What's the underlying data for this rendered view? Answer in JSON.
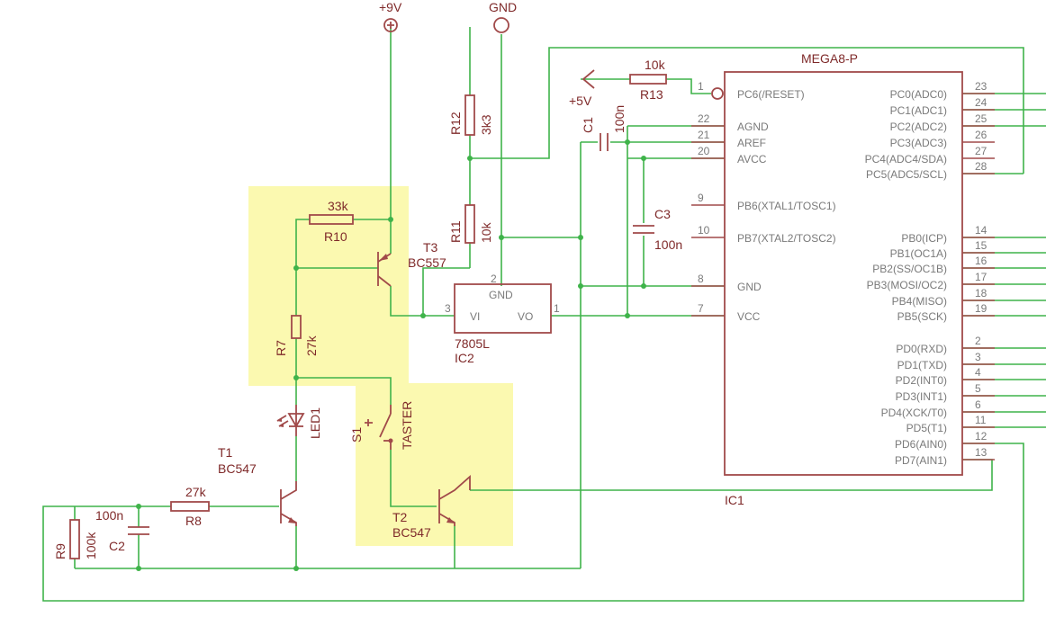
{
  "colors": {
    "wire": "#3fb34a",
    "part": "#a14a4a",
    "label": "#7f2a2a",
    "pin_label": "#7a7a7a",
    "highlight": "#fbf9b0",
    "background": "#ffffff"
  },
  "supplies": {
    "vcc9": "+9V",
    "gnd": "GND",
    "vcc5": "+5V"
  },
  "ic1": {
    "value": "MEGA8-P",
    "name": "IC1",
    "left_pins": [
      {
        "num": "1",
        "label": "PC6(/RESET)"
      },
      {
        "num": "22",
        "label": "AGND"
      },
      {
        "num": "21",
        "label": "AREF"
      },
      {
        "num": "20",
        "label": "AVCC"
      },
      {
        "num": "9",
        "label": "PB6(XTAL1/TOSC1)"
      },
      {
        "num": "10",
        "label": "PB7(XTAL2/TOSC2)"
      },
      {
        "num": "8",
        "label": "GND"
      },
      {
        "num": "7",
        "label": "VCC"
      }
    ],
    "right_pins": [
      {
        "num": "23",
        "label": "PC0(ADC0)"
      },
      {
        "num": "24",
        "label": "PC1(ADC1)"
      },
      {
        "num": "25",
        "label": "PC2(ADC2)"
      },
      {
        "num": "26",
        "label": "PC3(ADC3)"
      },
      {
        "num": "27",
        "label": "PC4(ADC4/SDA)"
      },
      {
        "num": "28",
        "label": "PC5(ADC5/SCL)"
      },
      {
        "num": "14",
        "label": "PB0(ICP)"
      },
      {
        "num": "15",
        "label": "PB1(OC1A)"
      },
      {
        "num": "16",
        "label": "PB2(SS/OC1B)"
      },
      {
        "num": "17",
        "label": "PB3(MOSI/OC2)"
      },
      {
        "num": "18",
        "label": "PB4(MISO)"
      },
      {
        "num": "19",
        "label": "PB5(SCK)"
      },
      {
        "num": "2",
        "label": "PD0(RXD)"
      },
      {
        "num": "3",
        "label": "PD1(TXD)"
      },
      {
        "num": "4",
        "label": "PD2(INT0)"
      },
      {
        "num": "5",
        "label": "PD3(INT1)"
      },
      {
        "num": "6",
        "label": "PD4(XCK/T0)"
      },
      {
        "num": "11",
        "label": "PD5(T1)"
      },
      {
        "num": "12",
        "label": "PD6(AIN0)"
      },
      {
        "num": "13",
        "label": "PD7(AIN1)"
      }
    ]
  },
  "ic2": {
    "value": "7805L",
    "name": "IC2",
    "pin_gnd": "GND",
    "pin_vi": "VI",
    "pin_vo": "VO",
    "num_gnd": "2",
    "num_vi": "3",
    "num_vo": "1"
  },
  "r13": {
    "name": "R13",
    "value": "10k"
  },
  "r12": {
    "name": "R12",
    "value": "3k3"
  },
  "r11": {
    "name": "R11",
    "value": "10k"
  },
  "r10": {
    "name": "R10",
    "value": "33k"
  },
  "r7": {
    "name": "R7",
    "value": "27k"
  },
  "r8": {
    "name": "R8",
    "value": "27k"
  },
  "r9": {
    "name": "R9",
    "value": "100k"
  },
  "c1": {
    "name": "C1",
    "value": "100n"
  },
  "c2": {
    "name": "C2",
    "value": "100n"
  },
  "c3": {
    "name": "C3",
    "value": "100n"
  },
  "t1": {
    "name": "T1",
    "value": "BC547"
  },
  "t2": {
    "name": "T2",
    "value": "BC547"
  },
  "t3": {
    "name": "T3",
    "value": "BC557"
  },
  "led1": {
    "name": "LED1"
  },
  "s1": {
    "name": "S1",
    "value": "TASTER"
  }
}
